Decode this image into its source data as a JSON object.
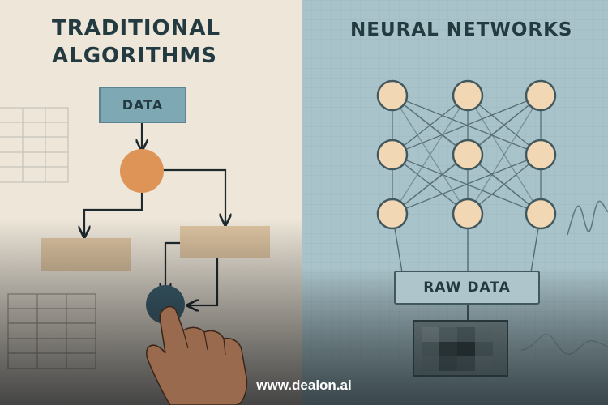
{
  "left": {
    "title": "TRADITIONAL ALGORITHMS",
    "data_label": "DATA"
  },
  "right": {
    "title": "NEURAL NETWORKS",
    "raw_label": "RAW DATA"
  },
  "footer": {
    "url": "www.dealon.ai"
  },
  "colors": {
    "left_bg": "#ede6d9",
    "right_bg": "#a9c3ca",
    "node_fill": "#f1d7b4",
    "decision_node": "#df9457",
    "end_node": "#3f6474",
    "process_box": "#dcc3a1",
    "text_dark": "#243a41"
  }
}
